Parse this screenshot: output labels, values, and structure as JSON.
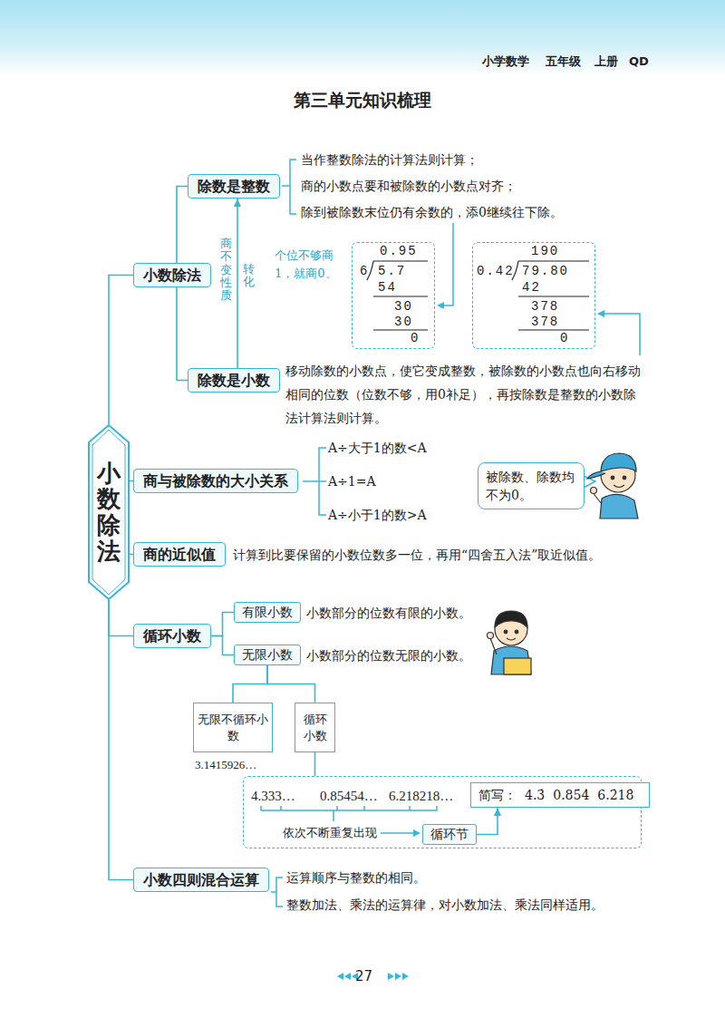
{
  "diagram": {
    "title": "第三单元知识梳理",
    "nodes": [
      {
        "text": [
          "小数除法"
        ]
      },
      {
        "text": [
          "小数除法"
        ]
      },
      {
        "text": [
          "除数是整数"
        ]
      },
      {
        "text": [
          "0.95",
          "6",
          "5.7",
          "54",
          "30",
          "30",
          "0"
        ]
      },
      {
        "text": [
          "190",
          "0.42",
          "79.80",
          "42",
          "378",
          "378",
          "0"
        ]
      },
      {
        "text": [
          "除数是小数"
        ]
      },
      {
        "text": [
          "商与被除数的大小关系"
        ]
      },
      {
        "text": [
          "被除数、除数均不为0。"
        ]
      },
      {
        "text": [
          "商的近似值"
        ]
      },
      {
        "text": [
          "循环小数"
        ]
      },
      {
        "text": [
          "有限小数"
        ]
      },
      {
        "text": [
          "无限小数"
        ]
      },
      {
        "text": [
          "无限不循环小数"
        ]
      },
      {
        "text": [
          "循环小数"
        ]
      },
      {
        "text": [
          "4.333…",
          "0.85454…",
          "6.218218…"
        ]
      },
      {
        "text": [
          "循环节"
        ],
        "in": 14
      },
      {
        "text": [
          "简写：",
          "4.3̇",
          "0.85̇4̇",
          "6.2̇18̇"
        ],
        "in": 14
      },
      {
        "text": [
          "小数四则混合运算"
        ]
      }
    ],
    "edges": [
      {
        "from": 0,
        "to": 1,
        "arrow": "none"
      },
      {
        "from": 0,
        "to": 6,
        "arrow": "none"
      },
      {
        "from": 0,
        "to": 8,
        "arrow": "none"
      },
      {
        "from": 0,
        "to": 9,
        "arrow": "none"
      },
      {
        "from": 0,
        "to": 17,
        "arrow": "none"
      },
      {
        "from": 1,
        "to": 2,
        "arrow": "none"
      },
      {
        "from": 1,
        "to": 5,
        "arrow": "none"
      },
      {
        "from": 5,
        "to": 2,
        "arrow": "to"
      },
      {
        "from": 9,
        "to": 10,
        "arrow": "none"
      },
      {
        "from": 9,
        "to": 11,
        "arrow": "none"
      },
      {
        "from": 11,
        "to": 12,
        "arrow": "none"
      },
      {
        "from": 11,
        "to": 13,
        "arrow": "none"
      },
      {
        "from": 13,
        "to": 14,
        "arrow": "none"
      },
      {
        "from": 15,
        "to": 16,
        "arrow": "to"
      }
    ],
    "labels": [
      "小学数学",
      "五年级",
      "上册",
      "QD",
      "当作整数除法的计算法则计算；",
      "商的小数点要和被除数的小数点对齐；",
      "除到被除数末位仍有余数的，添0继续往下除。",
      "商不变性质",
      "转化",
      "个位不够商1，就商0。",
      "移动除数的小数点，使它变成整数，被除数的小数点也向右移动相同的位数（位数不够，用0补足），再按除数是整数的小数除法计算法则计算。",
      "A÷大于1的数<A",
      "A÷1=A",
      "A÷小于1的数>A",
      "计算到比要保留的小数位数多一位，再用“四舍五入法”取近似值。",
      "小数部分的位数有限的小数。",
      "小数部分的位数无限的小数。",
      "3.1415926…",
      "依次不断重复出现",
      "运算顺序与整数的相同。",
      "整数加法、乘法的运算律，对小数加法、乘法同样适用。",
      "27"
    ]
  }
}
